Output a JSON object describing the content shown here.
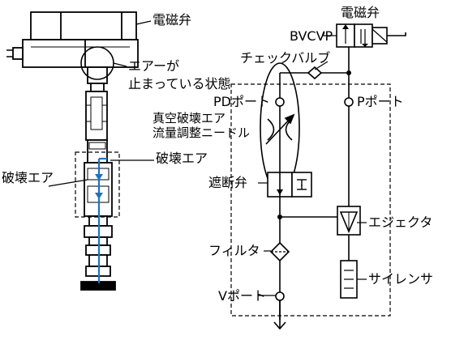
{
  "labels": {
    "solenoid_left": "電磁弁",
    "solenoid_right": "電磁弁",
    "bvcvp": "BVCVP",
    "check_valve": "チェックバルブ",
    "air_stopped_line1": "エアーが",
    "air_stopped_line2": "止まっている状態",
    "pd_port": "PDポート",
    "p_port": "Pポート",
    "vacuum_break_line1": "真空破壊エア",
    "vacuum_break_line2": "流量調整ニードル",
    "break_air_center": "破壊エア",
    "break_air_left": "破壊エア",
    "shutoff_valve": "遮断弁",
    "ejector": "エジェクタ",
    "filter": "フィルタ",
    "silencer": "サイレンサ",
    "v_port": "Vポート"
  },
  "colors": {
    "line": "#000000",
    "air_flow": "#1e73be",
    "device_fill": "#ffffff",
    "background": "#ffffff"
  },
  "icons": [
    "check-valve-icon",
    "needle-valve-icon",
    "solenoid-valve-icon",
    "ejector-icon",
    "filter-icon",
    "silencer-icon",
    "shutoff-valve-icon",
    "arrow-down-icon"
  ]
}
